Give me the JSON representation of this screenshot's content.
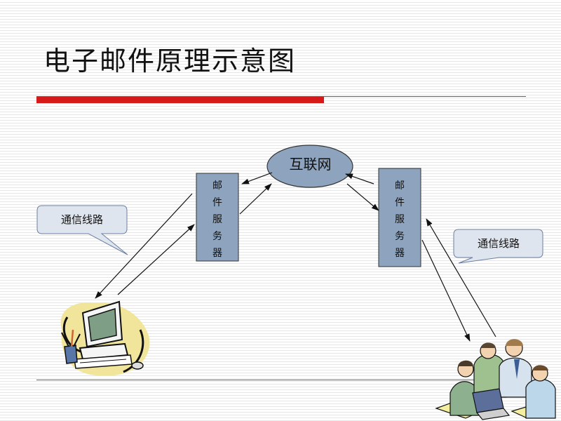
{
  "title": "电子邮件原理示意图",
  "internet": {
    "label": "互联网"
  },
  "servers": [
    {
      "label": "邮\n件\n服\n务\n器"
    },
    {
      "label": "邮\n件\n服\n务\n器"
    }
  ],
  "callouts": [
    {
      "label": "通信线路"
    },
    {
      "label": "通信线路"
    }
  ],
  "colors": {
    "accent_red": "#d61a1a",
    "node_fill": "#8ea3bd",
    "callout_fill": "#dfe5ef",
    "callout_border": "#6b7fa2"
  },
  "icons": {
    "left_client": "computer-icon",
    "right_client": "people-with-laptop-icon"
  }
}
